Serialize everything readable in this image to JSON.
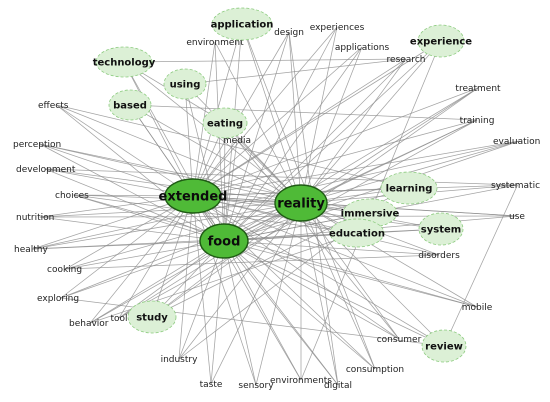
{
  "hubs": [
    "extended",
    "reality",
    "food"
  ],
  "bubbles": [
    "application",
    "experience",
    "technology",
    "using",
    "based",
    "eating",
    "learning",
    "immersive",
    "education",
    "system",
    "study",
    "review"
  ],
  "words": [
    "environment",
    "design",
    "experiences",
    "applications",
    "research",
    "treatment",
    "training",
    "evaluation",
    "effects",
    "perception",
    "media",
    "development",
    "choices",
    "systematic",
    "nutrition",
    "use",
    "healthy",
    "disorders",
    "cooking",
    "exploring",
    "mobile",
    "behavior",
    "tool",
    "consumer",
    "industry",
    "consumption",
    "taste",
    "sensory",
    "environments",
    "digital"
  ],
  "colors": {
    "hub": "#4fba37",
    "hub_stroke": "#1f5a14",
    "bubble": "#dcf0d6",
    "bubble_stroke": "#8ccb7f",
    "edge": "#8c8c8c"
  }
}
